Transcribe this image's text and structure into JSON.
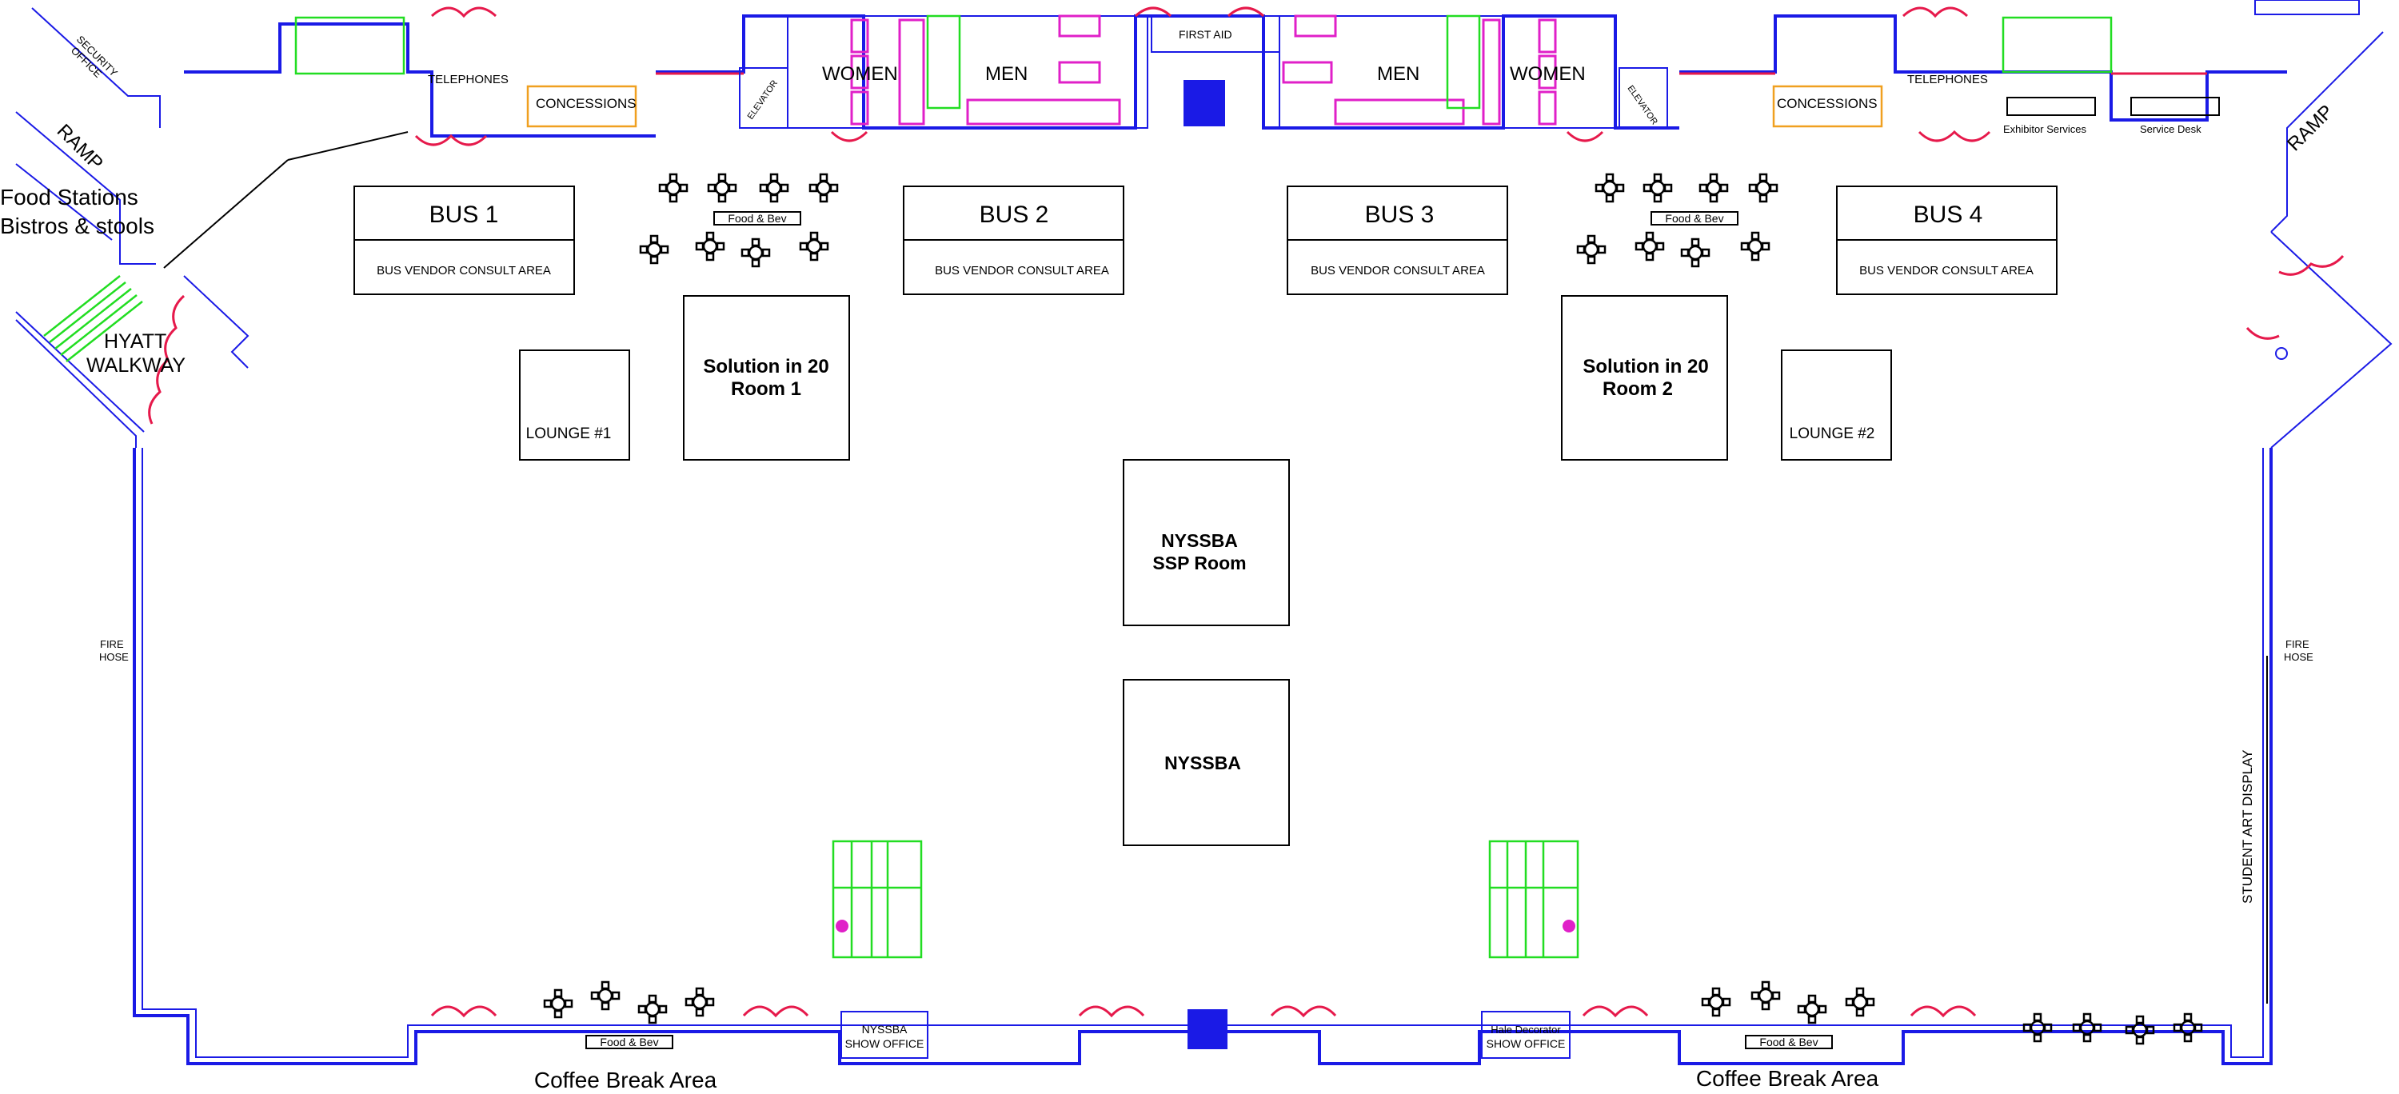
{
  "plan": {
    "bus_booths": [
      {
        "title": "BUS 1",
        "subtitle": "BUS VENDOR  CONSULT AREA"
      },
      {
        "title": "BUS 2",
        "subtitle": "BUS VENDOR  CONSULT AREA"
      },
      {
        "title": "BUS 3",
        "subtitle": "BUS VENDOR  CONSULT AREA"
      },
      {
        "title": "BUS 4",
        "subtitle": "BUS VENDOR  CONSULT AREA"
      }
    ],
    "solution_rooms": [
      {
        "line1": "Solution in 20",
        "line2": "Room 1"
      },
      {
        "line1": "Solution in 20",
        "line2": "Room 2"
      }
    ],
    "lounges": [
      "LOUNGE #1",
      "LOUNGE #2"
    ],
    "nyssba_ssp": {
      "line1": "NYSSBA",
      "line2": "SSP Room"
    },
    "nyssba": "NYSSBA",
    "food_bev": "Food & Bev",
    "coffee_break": "Coffee Break Area",
    "food_stations": {
      "line1": "Food Stations",
      "line2": "Bistros & stools"
    },
    "hyatt_walkway": {
      "line1": "HYATT",
      "line2": "WALKWAY"
    },
    "ramp": "RAMP",
    "security_office": {
      "line1": "SECURITY",
      "line2": "OFFICE"
    },
    "telephones": "TELEPHONES",
    "concessions": "CONCESSIONS",
    "elevator": "ELEVATOR",
    "women": "WOMEN",
    "men": "MEN",
    "first_aid": "FIRST AID",
    "exhibitor_services": "Exhibitor Services",
    "service_desk": "Service Desk",
    "fire_hose": {
      "line1": "FIRE",
      "line2": "HOSE"
    },
    "student_art_display": "STUDENT ART DISPLAY",
    "nyssba_show_office": {
      "line1": "NYSSBA",
      "line2": "SHOW OFFICE"
    },
    "hale_show_office": {
      "line1": "Hale Decorator",
      "line2": "SHOW OFFICE"
    },
    "colors": {
      "walls": "#1a1ae6",
      "doors": "#e6194b",
      "restroom": "#e020c8",
      "stairs": "#22dd22",
      "counters": "#f0a020"
    }
  }
}
